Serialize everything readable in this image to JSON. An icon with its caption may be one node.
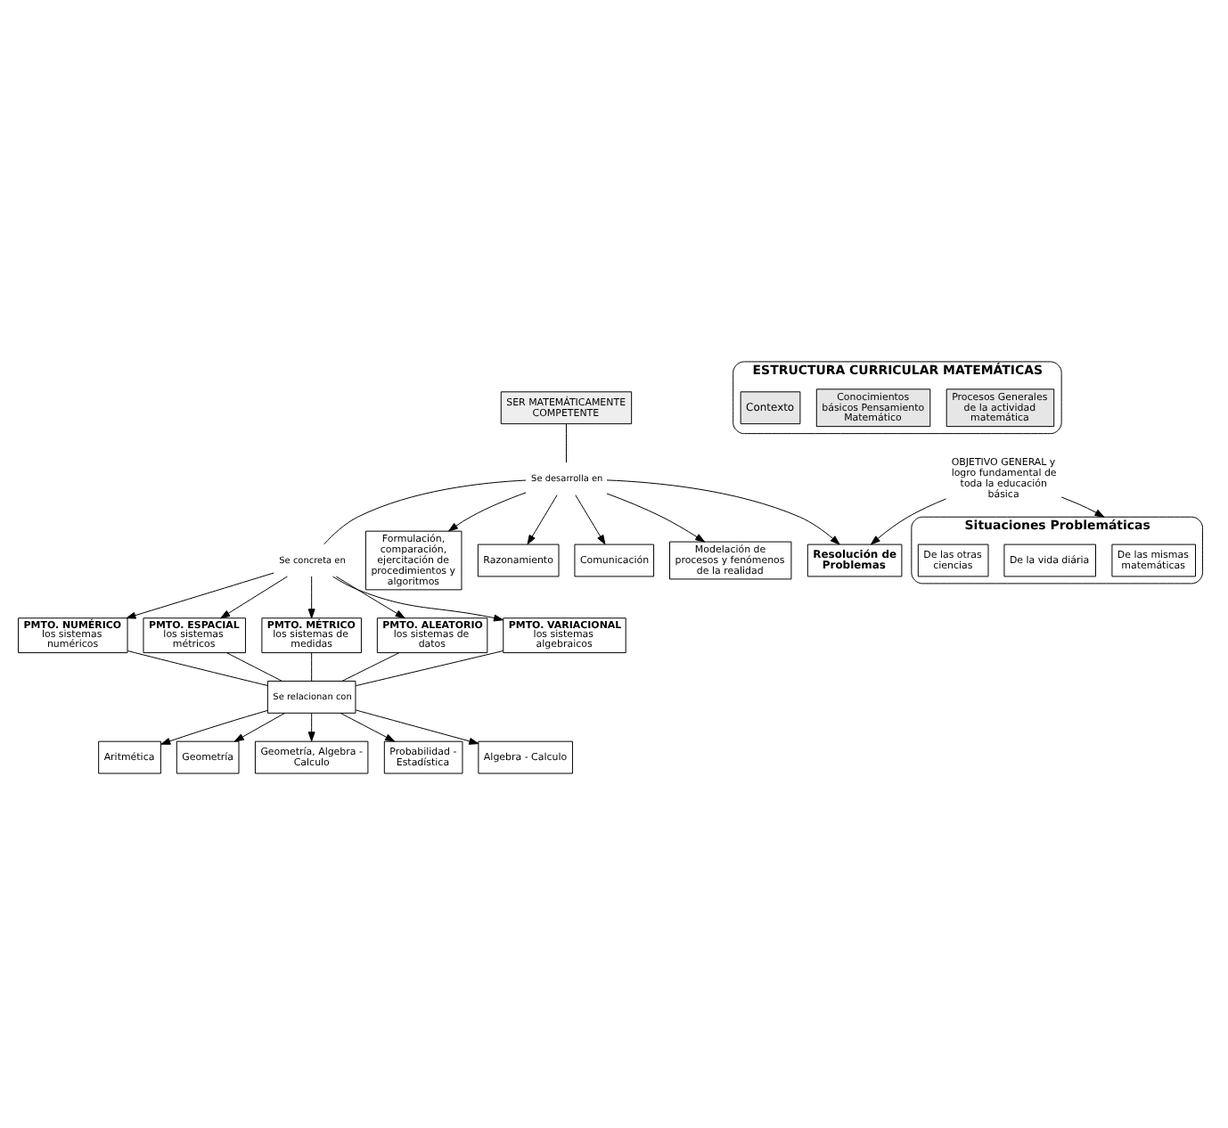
{
  "diagram": {
    "nodes": [
      {
        "text": [
          "SER MATEMÁTICAMENTE COMPETENTE"
        ]
      },
      {
        "text": [
          "Se desarrolla en"
        ]
      },
      {
        "text": [
          "Se concreta en"
        ]
      },
      {
        "text": [
          "Formulación, comparación, ejercitación de procedimientos y algoritmos"
        ]
      },
      {
        "text": [
          "Razonamiento"
        ]
      },
      {
        "text": [
          "Comunicación"
        ]
      },
      {
        "text": [
          "Modelación de procesos y fenómenos de la realidad"
        ]
      },
      {
        "text": [
          "Resolución de Problemas"
        ]
      },
      {
        "text": [
          "ESTRUCTURA CURRICULAR MATEMÁTICAS"
        ]
      },
      {
        "text": [
          "Procesos Generales de la actividad matemática"
        ],
        "in": 8
      },
      {
        "text": [
          "Conocimientos básicos Pensamiento Matemático"
        ],
        "in": 8
      },
      {
        "text": [
          "Contexto"
        ],
        "in": 8
      },
      {
        "text": [
          "PMTO. NUMÉRICO",
          "los sistemas numéricos"
        ]
      },
      {
        "text": [
          "PMTO. ESPACIAL",
          "los sistemas métricos"
        ]
      },
      {
        "text": [
          "PMTO. MÉTRICO",
          "los sistemas de medidas"
        ]
      },
      {
        "text": [
          "PMTO. ALEATORIO",
          "los sistemas de datos"
        ]
      },
      {
        "text": [
          "PMTO. VARIACIONAL",
          "los sistemas algebraicos"
        ]
      },
      {
        "text": [
          "Se relacionan con"
        ]
      },
      {
        "text": [
          "Aritmética"
        ]
      },
      {
        "text": [
          "Geometría"
        ]
      },
      {
        "text": [
          "Geometría, Algebra - Calculo"
        ]
      },
      {
        "text": [
          "Probabilidad - Estadística"
        ]
      },
      {
        "text": [
          "Algebra - Calculo"
        ]
      },
      {
        "text": [
          "OBJETIVO GENERAL y logro fundamental de toda la educación básica"
        ]
      },
      {
        "text": [
          "Situaciones Problemáticas"
        ]
      },
      {
        "text": [
          "De las mismas matemáticas"
        ],
        "in": 24
      },
      {
        "text": [
          "De la vida diária"
        ],
        "in": 24
      },
      {
        "text": [
          "De las otras ciencias"
        ],
        "in": 24
      }
    ],
    "edges": [
      {
        "from": 0,
        "to": 1,
        "arrow": "none"
      },
      {
        "from": 1,
        "to": 2,
        "arrow": "none"
      },
      {
        "from": 1,
        "to": 3,
        "arrow": "to"
      },
      {
        "from": 1,
        "to": 4,
        "arrow": "to"
      },
      {
        "from": 1,
        "to": 5,
        "arrow": "to"
      },
      {
        "from": 1,
        "to": 6,
        "arrow": "to"
      },
      {
        "from": 1,
        "to": 7,
        "arrow": "to"
      },
      {
        "from": 2,
        "to": 12,
        "arrow": "to"
      },
      {
        "from": 2,
        "to": 13,
        "arrow": "to"
      },
      {
        "from": 2,
        "to": 14,
        "arrow": "to"
      },
      {
        "from": 2,
        "to": 15,
        "arrow": "to"
      },
      {
        "from": 2,
        "to": 16,
        "arrow": "to"
      },
      {
        "from": 12,
        "to": 17,
        "arrow": "none"
      },
      {
        "from": 13,
        "to": 17,
        "arrow": "none"
      },
      {
        "from": 14,
        "to": 17,
        "arrow": "none"
      },
      {
        "from": 15,
        "to": 17,
        "arrow": "none"
      },
      {
        "from": 16,
        "to": 17,
        "arrow": "none"
      },
      {
        "from": 17,
        "to": 18,
        "arrow": "to"
      },
      {
        "from": 17,
        "to": 19,
        "arrow": "to"
      },
      {
        "from": 17,
        "to": 20,
        "arrow": "to"
      },
      {
        "from": 17,
        "to": 21,
        "arrow": "to"
      },
      {
        "from": 17,
        "to": 22,
        "arrow": "to"
      },
      {
        "from": 23,
        "to": 7,
        "arrow": "to"
      },
      {
        "from": 23,
        "to": 24,
        "arrow": "to"
      }
    ]
  }
}
